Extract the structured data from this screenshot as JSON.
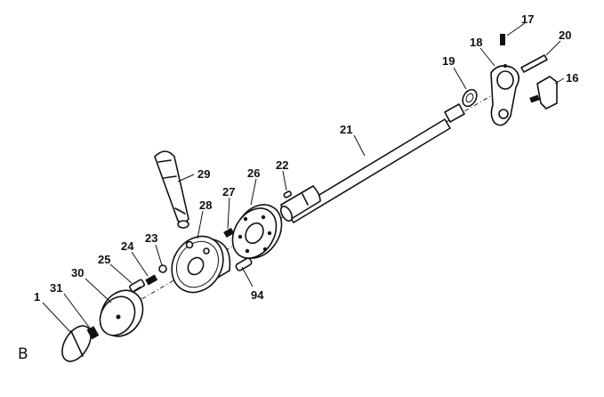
{
  "sheet_letter": "B",
  "part_labels": {
    "p1": "1",
    "p31": "31",
    "p30": "30",
    "p25": "25",
    "p24": "24",
    "p23": "23",
    "p28": "28",
    "p29": "29",
    "p27": "27",
    "p26": "26",
    "p22": "22",
    "p94": "94",
    "p21": "21",
    "p19": "19",
    "p18": "18",
    "p17": "17",
    "p20": "20",
    "p16": "16"
  }
}
